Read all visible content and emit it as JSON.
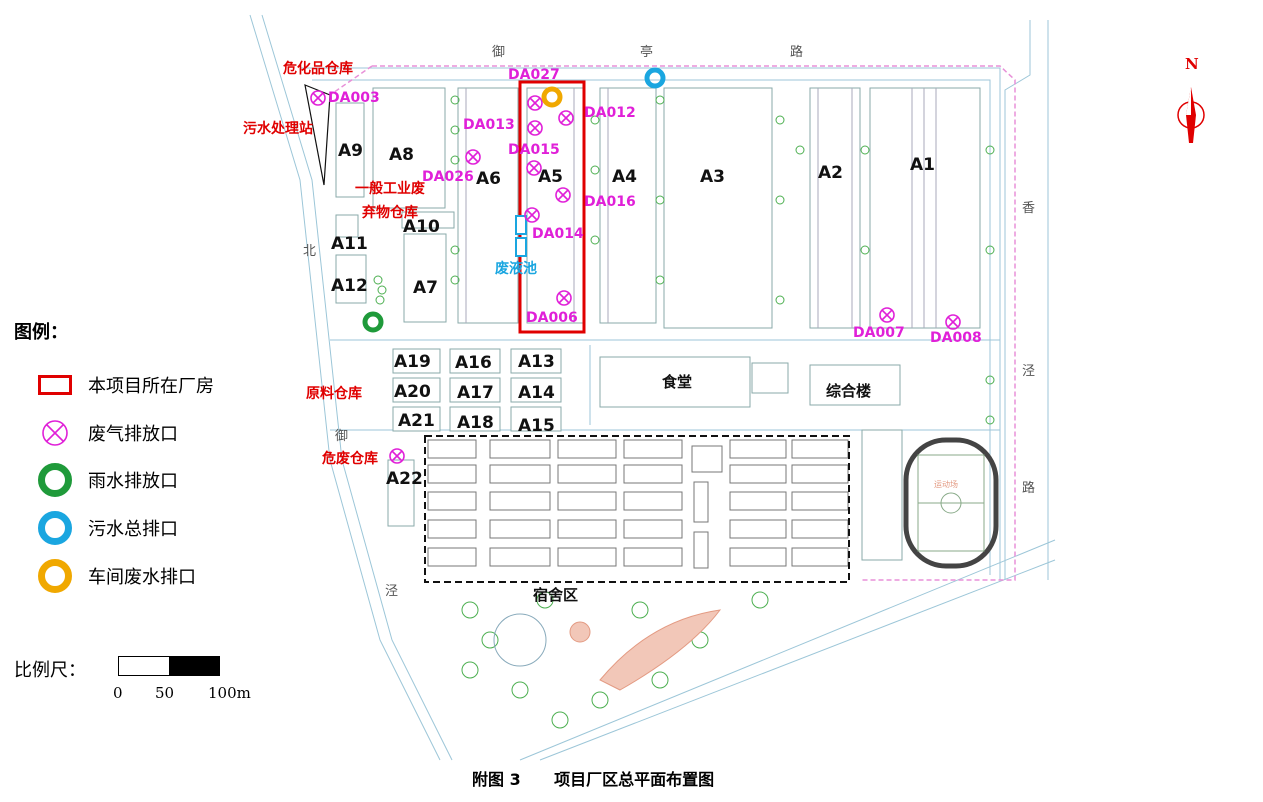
{
  "roads": {
    "top": [
      "御",
      "亭",
      "路"
    ],
    "left": [
      "北",
      "御",
      "泾"
    ],
    "right": [
      "香",
      "泾",
      "路"
    ]
  },
  "north_label": "N",
  "buildings": {
    "A1": "A1",
    "A2": "A2",
    "A3": "A3",
    "A4": "A4",
    "A5": "A5",
    "A6": "A6",
    "A7": "A7",
    "A8": "A8",
    "A9": "A9",
    "A10": "A10",
    "A11": "A11",
    "A12": "A12",
    "A13": "A13",
    "A14": "A14",
    "A15": "A15",
    "A16": "A16",
    "A17": "A17",
    "A18": "A18",
    "A19": "A19",
    "A20": "A20",
    "A21": "A21",
    "A22": "A22",
    "canteen": "食堂",
    "office": "综合楼",
    "dorm": "宿舍区",
    "field": "运动场"
  },
  "outlets": {
    "DA003": "DA003",
    "DA006": "DA006",
    "DA007": "DA007",
    "DA008": "DA008",
    "DA012": "DA012",
    "DA013": "DA013",
    "DA014": "DA014",
    "DA015": "DA015",
    "DA016": "DA016",
    "DA026": "DA026",
    "DA027": "DA027"
  },
  "facilities": {
    "hazchem": "危化品仓库",
    "sewage_station": "污水处理站",
    "general_waste_1": "一般工业废",
    "general_waste_2": "弃物仓库",
    "waste_pool": "废液池",
    "raw_material": "原料仓库",
    "hazwaste": "危废仓库"
  },
  "legend": {
    "title": "图例：",
    "items": [
      {
        "symbol": "red-box-icon",
        "label": "本项目所在厂房"
      },
      {
        "symbol": "exhaust-outlet-icon",
        "label": "废气排放口"
      },
      {
        "symbol": "rain-outlet-icon",
        "label": "雨水排放口"
      },
      {
        "symbol": "sewage-outlet-icon",
        "label": "污水总排口"
      },
      {
        "symbol": "wastewater-outlet-icon",
        "label": "车间废水排口"
      }
    ]
  },
  "scale": {
    "title": "比例尺：",
    "ticks": [
      "0",
      "50",
      "100m"
    ]
  },
  "caption": "附图 3      项目厂区总平面布置图",
  "colors": {
    "exhaust": "#e020d8",
    "rain": "#1f9a3a",
    "sewage": "#1aa6e0",
    "wastewater": "#f0a800",
    "project": "#e00000",
    "fence": "#e890d8",
    "line": "#7fb0c8"
  }
}
